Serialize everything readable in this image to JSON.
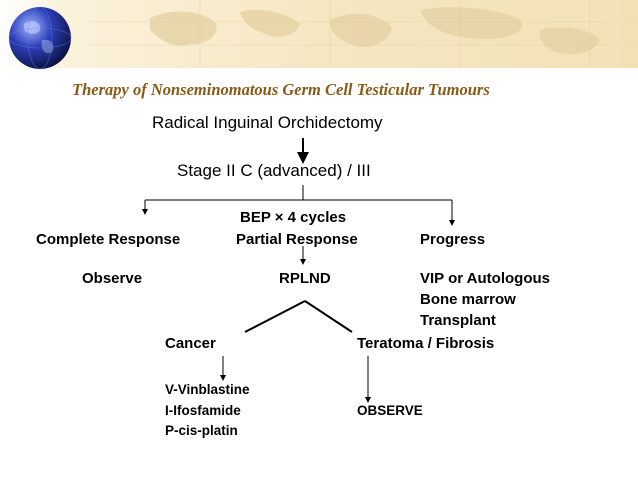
{
  "title": "Therapy of Nonseminomatous Germ Cell Testicular Tumours",
  "flow": {
    "step1": "Radical Inguinal Orchidectomy",
    "step2": "Stage II C (advanced) / III",
    "bep": "BEP  ×  4 cycles",
    "complete_response": "Complete Response",
    "partial_response": "Partial Response",
    "progress": "Progress",
    "observe": "Observe",
    "rplnd": "RPLND",
    "progress_tx_1": "VIP or Autologous",
    "progress_tx_2": "Bone marrow",
    "progress_tx_3": "Transplant",
    "cancer": "Cancer",
    "teratoma": "Teratoma / Fibrosis",
    "cancer_tx_1": "V-Vinblastine",
    "cancer_tx_2": "I-Ifosfamide",
    "cancer_tx_3": "P-cis-platin",
    "teratoma_tx": "OBSERVE"
  },
  "colors": {
    "title": "#8a5a17",
    "banner": "#f6e7c2"
  }
}
